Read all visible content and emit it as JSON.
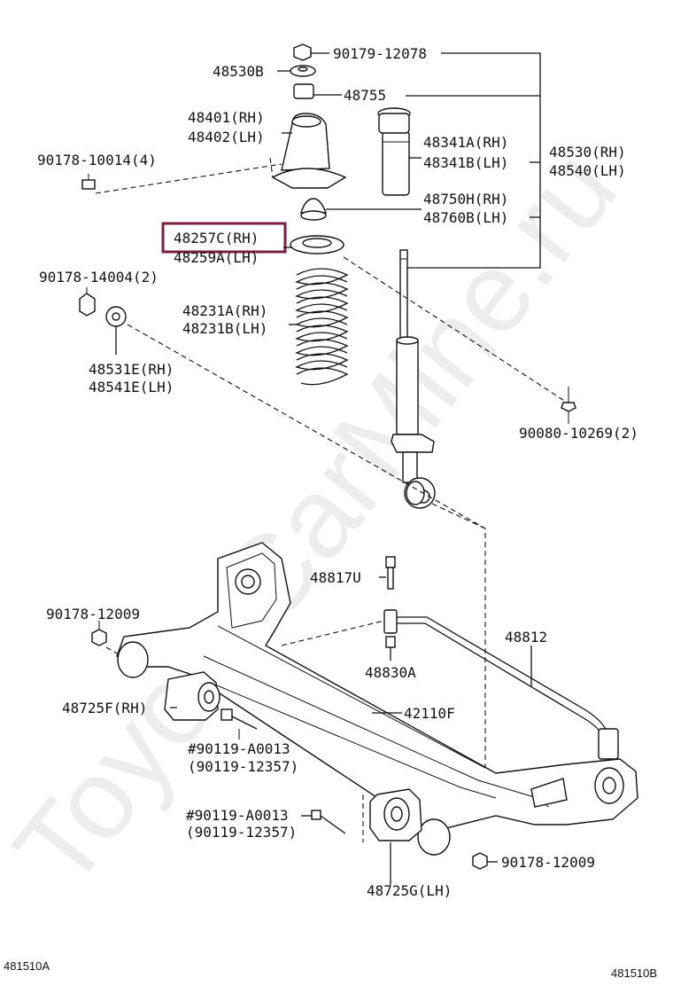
{
  "watermark": "ToyotaCarMine.ru",
  "highlight_color": "#7a1f3d",
  "codes": {
    "left": "481510A",
    "right": "481510B"
  },
  "labels": {
    "p90179": "90179-12078",
    "p48530b": "48530B",
    "p48755": "48755",
    "p48401": "48401(RH)",
    "p48402": "48402(LH)",
    "p90178_10014": "90178-10014(4)",
    "p48341a": "48341A(RH)",
    "p48341b": "48341B(LH)",
    "p48530": "48530(RH)",
    "p48540": "48540(LH)",
    "p48750h": "48750H(RH)",
    "p48760b": "48760B(LH)",
    "p48257c": "48257C(RH)",
    "p48259a": "48259A(LH)",
    "p90178_14004": "90178-14004(2)",
    "p48231a": "48231A(RH)",
    "p48231b": "48231B(LH)",
    "p48531e": "48531E(RH)",
    "p48541e": "48541E(LH)",
    "p90080": "90080-10269(2)",
    "p48817u": "48817U",
    "p90178_12009a": "90178-12009",
    "p48812": "48812",
    "p48830a": "48830A",
    "p48725f": "48725F(RH)",
    "p42110f": "42110F",
    "p90119_a0013a": "#90119-A0013",
    "p90119_12357a": "(90119-12357)",
    "p90119_a0013b": "#90119-A0013",
    "p90119_12357b": "(90119-12357)",
    "p90178_12009b": "90178-12009",
    "p48725g": "48725G(LH)"
  }
}
